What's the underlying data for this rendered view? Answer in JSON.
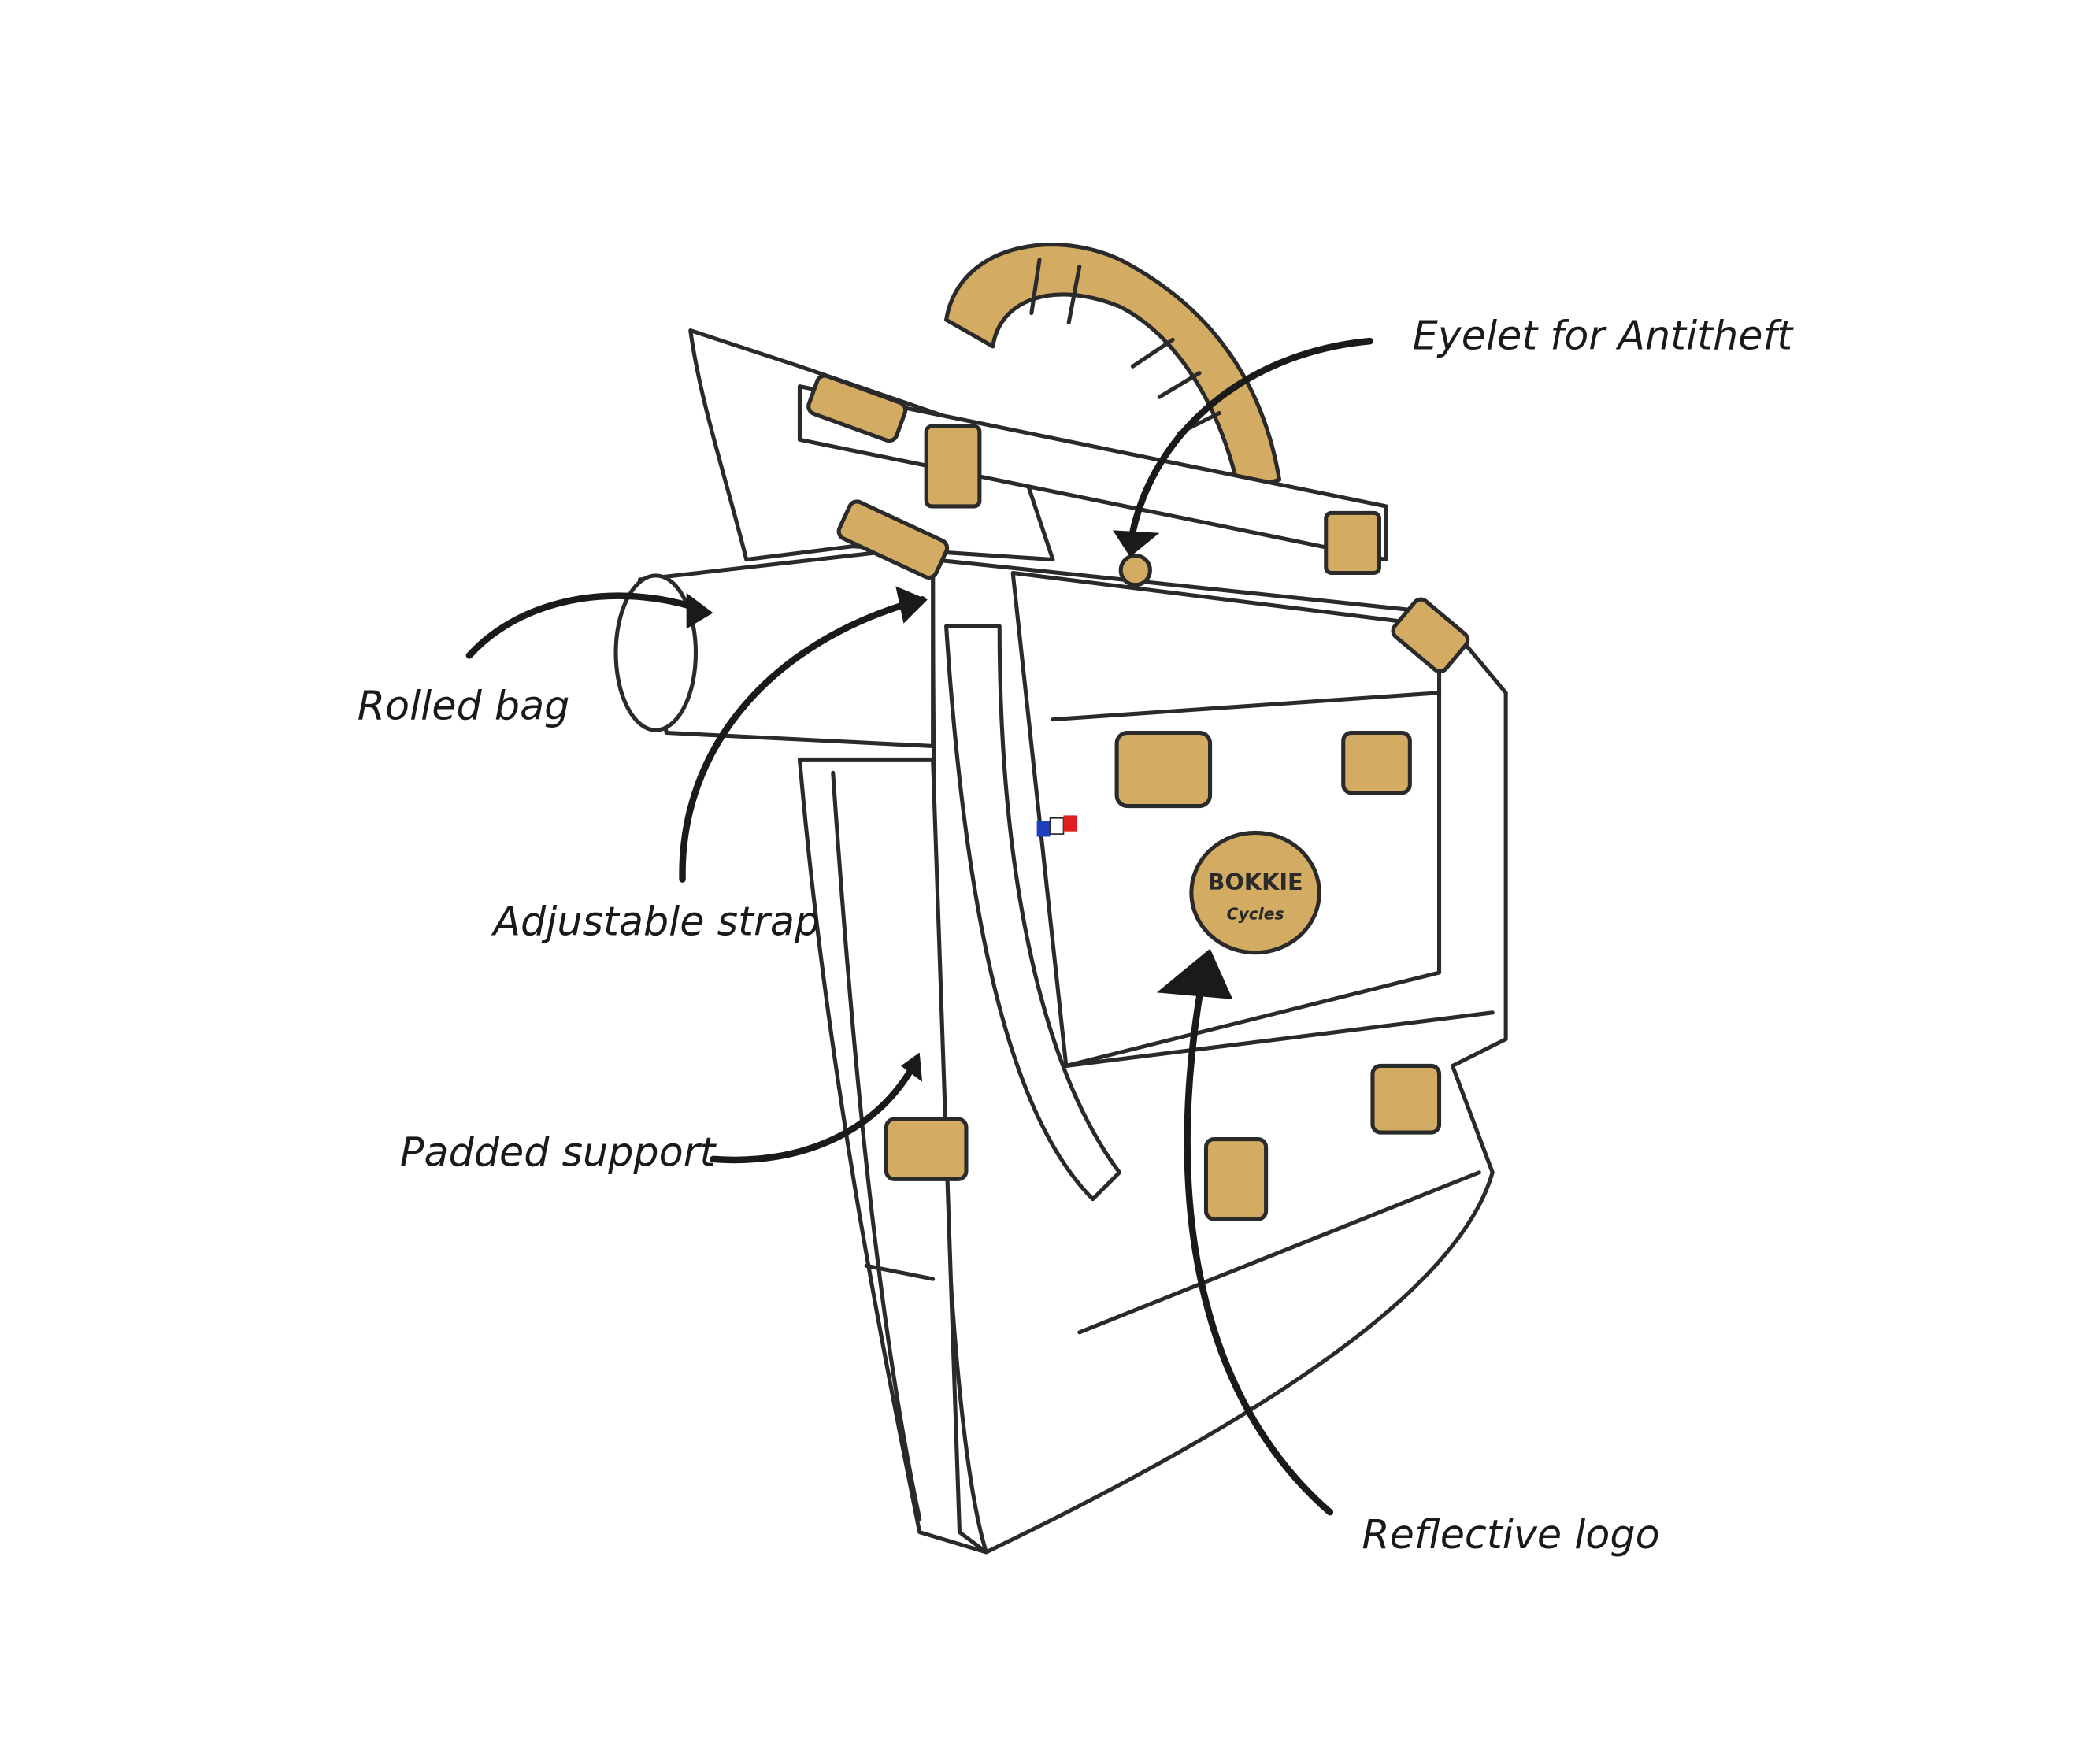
{
  "labels": {
    "eyelet": "Eyelet for Antitheft",
    "rolled_bag": "Rolled bag",
    "adjustable_strap": "Adjustable strap",
    "padded_support": "Padded support",
    "reflective_logo": "Reflective logo"
  },
  "logo": {
    "brand": "BOKKIE",
    "sub": "Cycles"
  },
  "colors": {
    "accent": "#d4ab62",
    "ink": "#2a2a2a",
    "flag_blue": "#1f3fbf",
    "flag_red": "#e02020"
  }
}
